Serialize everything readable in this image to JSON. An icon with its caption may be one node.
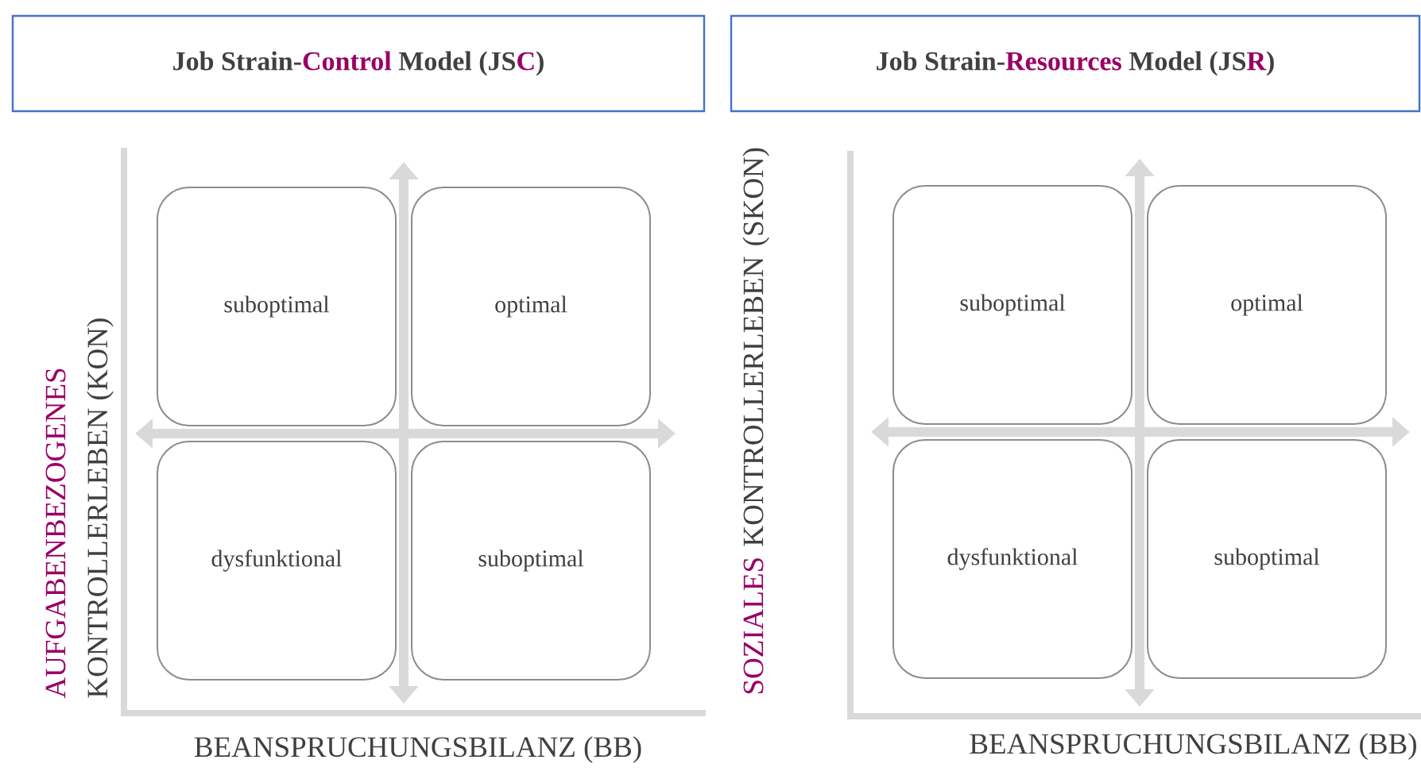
{
  "diagram": {
    "nodes": [
      {
        "text": [
          "Job Strain-",
          "Control",
          "Model (JS",
          "C",
          ")"
        ]
      },
      {
        "text": [
          "Job Strain-",
          "Resources",
          "Model (JS",
          "R",
          ")"
        ]
      },
      {
        "text": [
          "suboptimal"
        ]
      },
      {
        "text": [
          "optimal"
        ]
      },
      {
        "text": [
          "dysfunktional"
        ]
      },
      {
        "text": [
          "suboptimal"
        ]
      },
      {
        "text": [
          "suboptimal"
        ]
      },
      {
        "text": [
          "optimal"
        ]
      },
      {
        "text": [
          "dysfunktional"
        ]
      },
      {
        "text": [
          "suboptimal"
        ]
      }
    ],
    "labels": [
      "AUFGABENBEZOGENES",
      "KONTROLLERLEBEN (KON)",
      "BEANSPRUCHUNGSBILANZ (BB)",
      "SOZIALES",
      "KONTROLLERLEBEN (SKON)",
      "BEANSPRUCHUNGSBILANZ (BB)"
    ]
  }
}
